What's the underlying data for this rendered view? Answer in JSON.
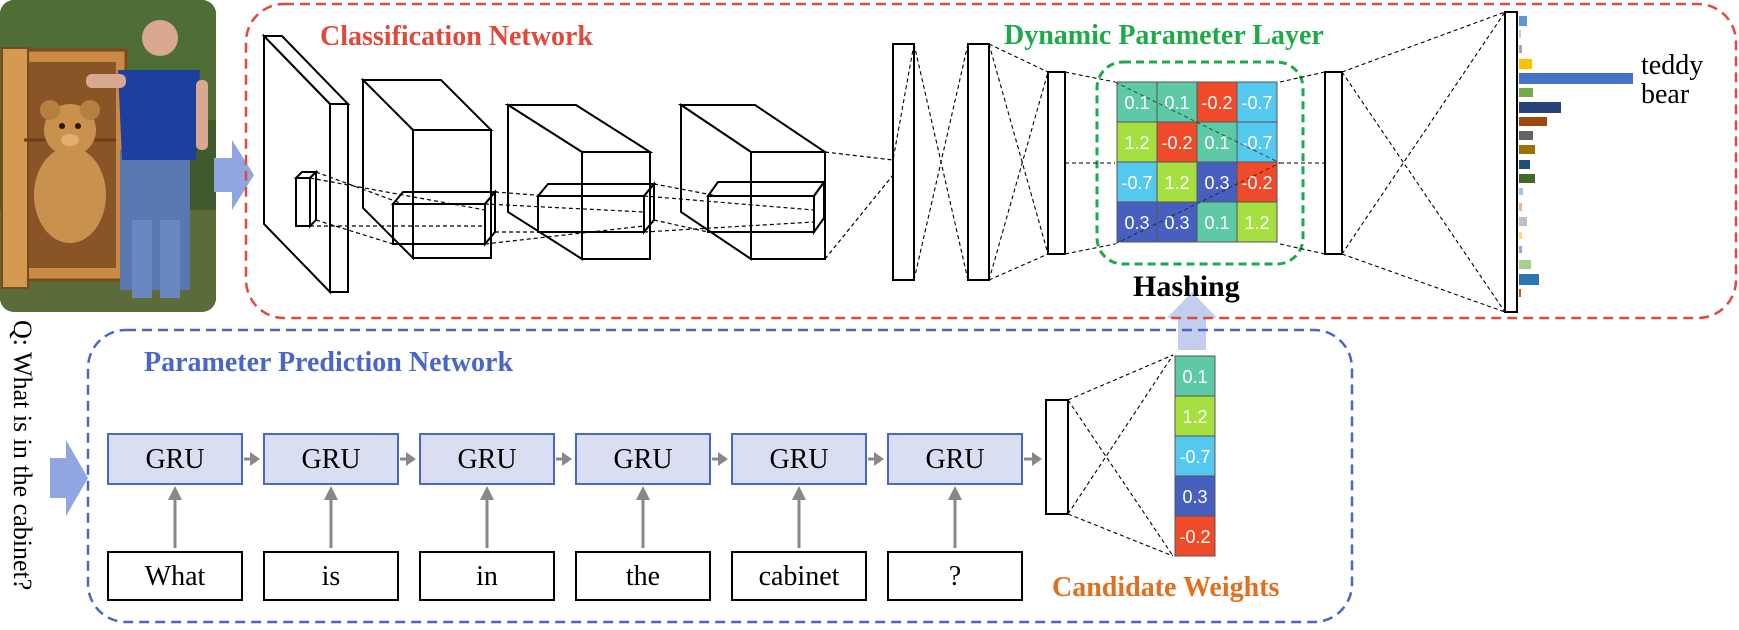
{
  "titles": {
    "classification": "Classification Network",
    "dynamic": "Dynamic Parameter Layer",
    "ppn": "Parameter Prediction Network",
    "hashing": "Hashing",
    "candidate": "Candidate Weights"
  },
  "question": "Q: What is in the cabinet?",
  "answer_line1": "teddy",
  "answer_line2": "bear",
  "gru_label": "GRU",
  "words": [
    "What",
    "is",
    "in",
    "the",
    "cabinet",
    "?"
  ],
  "matrix": [
    [
      "0.1",
      "0.1",
      "-0.2",
      "-0.7"
    ],
    [
      "1.2",
      "-0.2",
      "0.1",
      "-0.7"
    ],
    [
      "-0.7",
      "1.2",
      "0.3",
      "-0.2"
    ],
    [
      "0.3",
      "0.3",
      "0.1",
      "1.2"
    ]
  ],
  "candidate_weights": [
    "0.1",
    "1.2",
    "-0.7",
    "0.3",
    "-0.2"
  ],
  "colors": {
    "classification": "#e04a3a",
    "dynamic": "#1faa4a",
    "ppn": "#4a66c8",
    "candidate": "#e07020",
    "gru_fill": "#d9def2",
    "weight_0.1": "#5ec9a6",
    "weight_1.2": "#a6e040",
    "weight_-0.7": "#55c8f0",
    "weight_0.3": "#4760c0",
    "weight_-0.2": "#ef4a2a"
  }
}
